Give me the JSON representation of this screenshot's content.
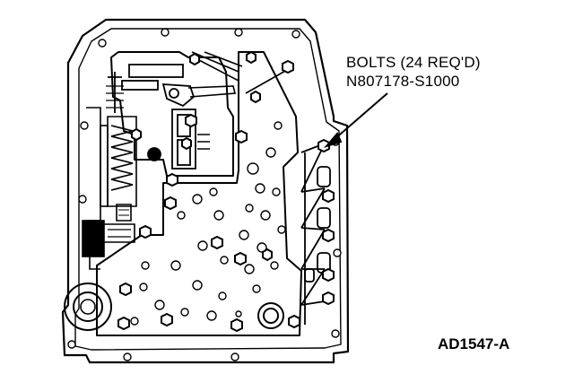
{
  "figure": {
    "subject": "valve body with separator plate on case",
    "callout": {
      "line1": "BOLTS (24 REQ'D)",
      "line2": "N807178-S1000"
    },
    "figure_id": "AD1547-A",
    "bolt_count_stated": 24,
    "colors": {
      "ink": "#000000",
      "paper": "#ffffff"
    }
  }
}
